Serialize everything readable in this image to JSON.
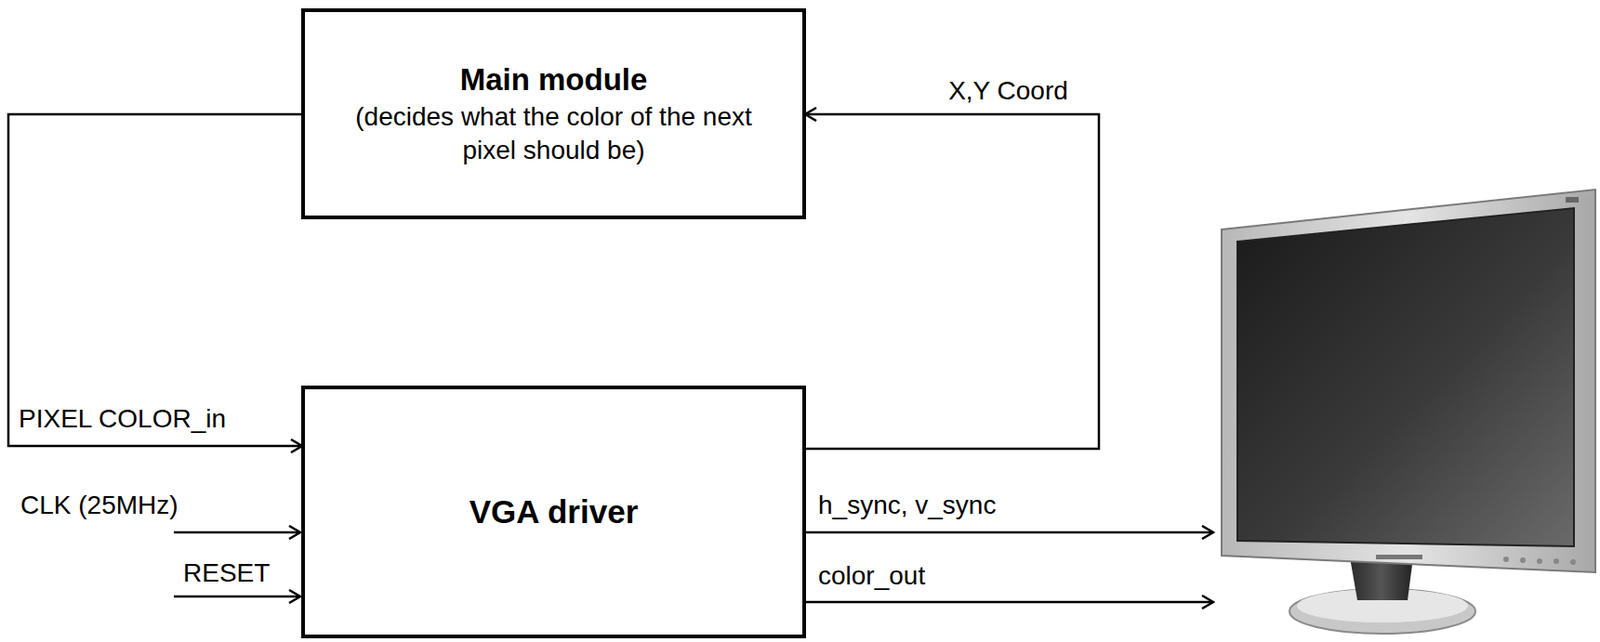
{
  "diagram": {
    "nodes": [
      {
        "text": [
          "Main module",
          "(decides what the color of the next pixel should be)"
        ]
      },
      {
        "text": [
          "VGA driver"
        ]
      }
    ],
    "edges": [
      {
        "from": 1,
        "to": 0,
        "arrow": "to",
        "label": "X,Y Coord"
      },
      {
        "from": 0,
        "to": 1,
        "arrow": "to",
        "label": "PIXEL COLOR_in"
      }
    ],
    "labels": [
      "CLK (25MHz)",
      "RESET",
      "h_sync, v_sync",
      "color_out"
    ]
  }
}
